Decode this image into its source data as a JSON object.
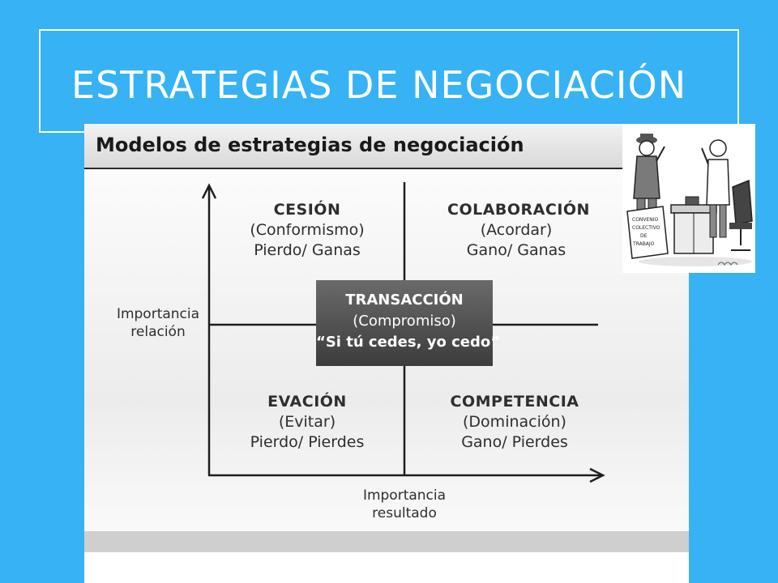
{
  "slide": {
    "title": "ESTRATEGIAS DE NEGOCIACIÓN"
  },
  "diagram": {
    "header": "Modelos de estrategias de negociación",
    "quadrants": {
      "top_left": {
        "title": "CESIÓN",
        "subtitle": "(Conformismo)",
        "outcome": "Pierdo/ Ganas"
      },
      "top_right": {
        "title": "COLABORACIÓN",
        "subtitle": "(Acordar)",
        "outcome": "Gano/ Ganas"
      },
      "bottom_left": {
        "title": "EVACIÓN",
        "subtitle": "(Evitar)",
        "outcome": "Pierdo/ Pierdes"
      },
      "bottom_right": {
        "title": "COMPETENCIA",
        "subtitle": "(Dominación)",
        "outcome": "Gano/ Pierdes"
      }
    },
    "center": {
      "title": "TRANSACCIÓN",
      "subtitle": "(Compromiso)",
      "quote": "“Si tú cedes, yo cedo”"
    },
    "y_axis": {
      "line1": "Importancia",
      "line2": "relación"
    },
    "x_axis": {
      "line1": "Importancia",
      "line2": "resultado"
    }
  },
  "cartoon": {
    "document_text": [
      "CONVENIO",
      "COLECTIVO",
      "DE",
      "TRABAJO"
    ]
  }
}
